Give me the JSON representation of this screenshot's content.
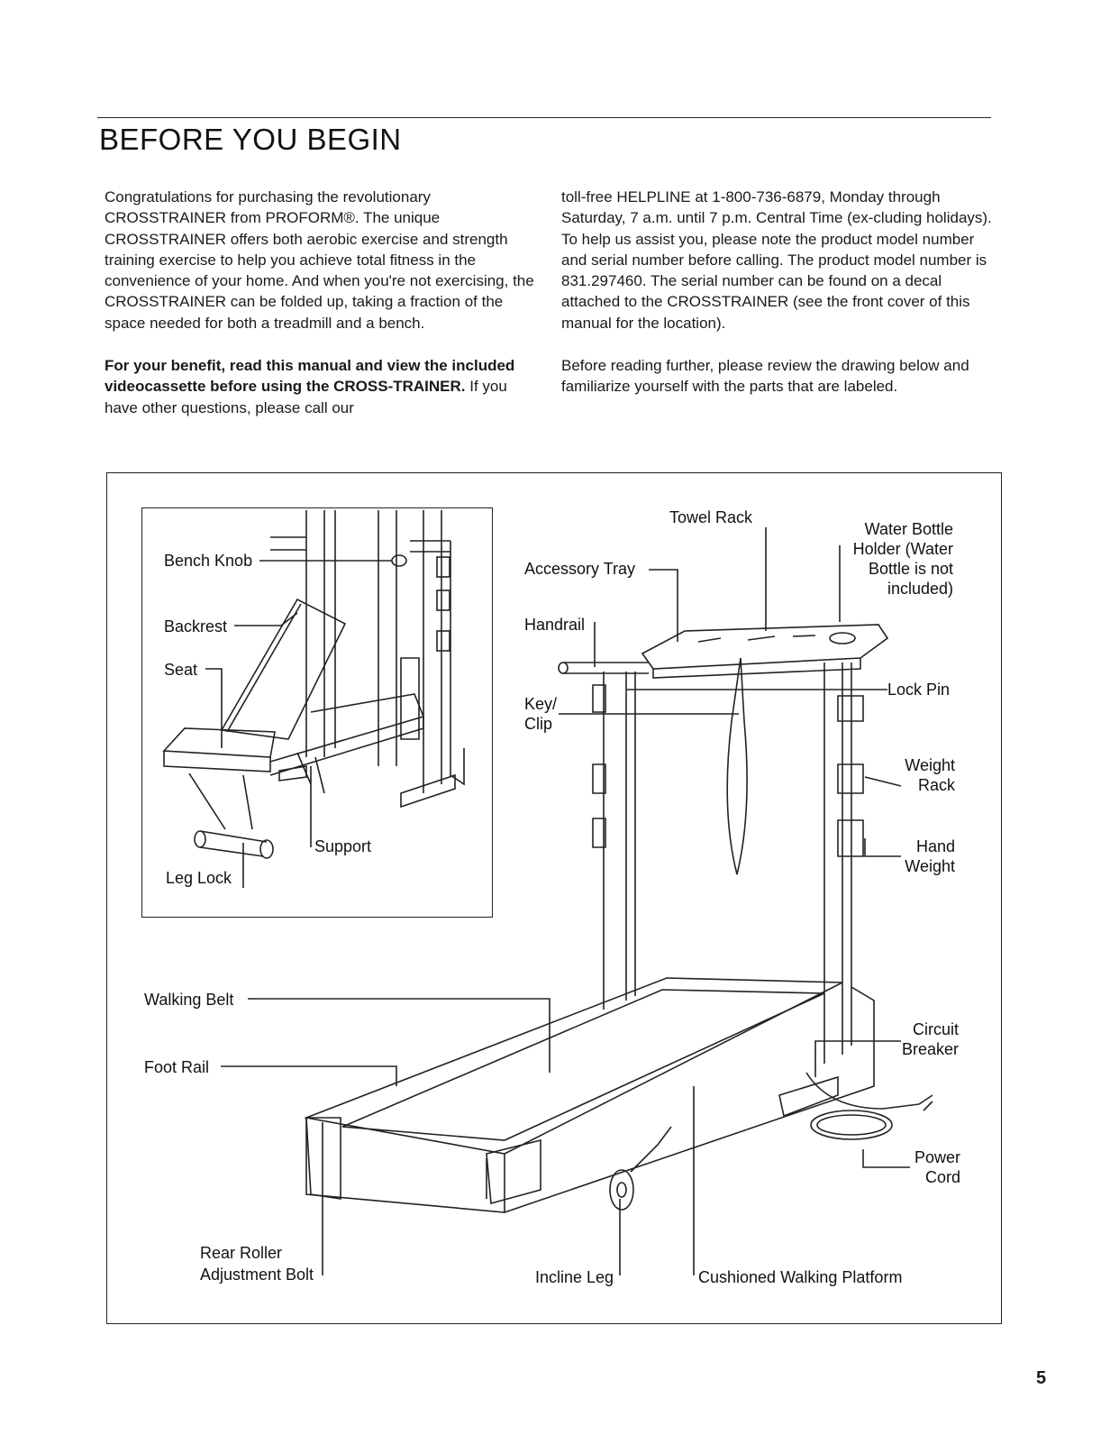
{
  "heading": "BEFORE YOU BEGIN",
  "paragraphs": {
    "intro": "Congratulations for purchasing the revolutionary CROSSTRAINER from PROFORM®. The unique CROSSTRAINER offers both aerobic exercise and strength training exercise to help you achieve total fitness in the convenience of your home. And when you're not exercising, the CROSSTRAINER can be folded up, taking a fraction of the space needed for both a treadmill and a bench.",
    "benefit_bold": "For your benefit, read this manual and view the included videocassette before using the CROSS-TRAINER.",
    "benefit_rest": " If you have other questions, please call our",
    "helpline": "toll-free HELPLINE at 1-800-736-6879, Monday through Saturday, 7 a.m. until 7 p.m. Central Time (ex-cluding holidays). To help us assist you, please note the product model number and serial number before calling. The product model number is 831.297460. The serial number can be found on a decal attached to the CROSSTRAINER (see the front cover of this manual for the location).",
    "review": "Before reading further, please review the drawing below and familiarize yourself with the parts that are labeled."
  },
  "labels": {
    "bench_knob": "Bench Knob",
    "backrest": "Backrest",
    "seat": "Seat",
    "support": "Support",
    "leg_lock": "Leg Lock",
    "towel_rack": "Towel Rack",
    "water_bottle": "Water Bottle",
    "water_bottle_2": "Holder (Water",
    "water_bottle_3": "Bottle is not",
    "water_bottle_4": "included)",
    "accessory_tray": "Accessory Tray",
    "handrail": "Handrail",
    "lock_pin": "Lock Pin",
    "key_1": "Key/",
    "key_2": "Clip",
    "weight_rack_1": "Weight",
    "weight_rack_2": "Rack",
    "hand_weight_1": "Hand",
    "hand_weight_2": "Weight",
    "walking_belt": "Walking Belt",
    "foot_rail": "Foot Rail",
    "circuit_1": "Circuit",
    "circuit_2": "Breaker",
    "power_1": "Power",
    "power_2": "Cord",
    "rear_roller_1": "Rear Roller",
    "rear_roller_2": "Adjustment Bolt",
    "incline_leg": "Incline Leg",
    "cushioned": "Cushioned Walking Platform"
  },
  "page_number": "5"
}
